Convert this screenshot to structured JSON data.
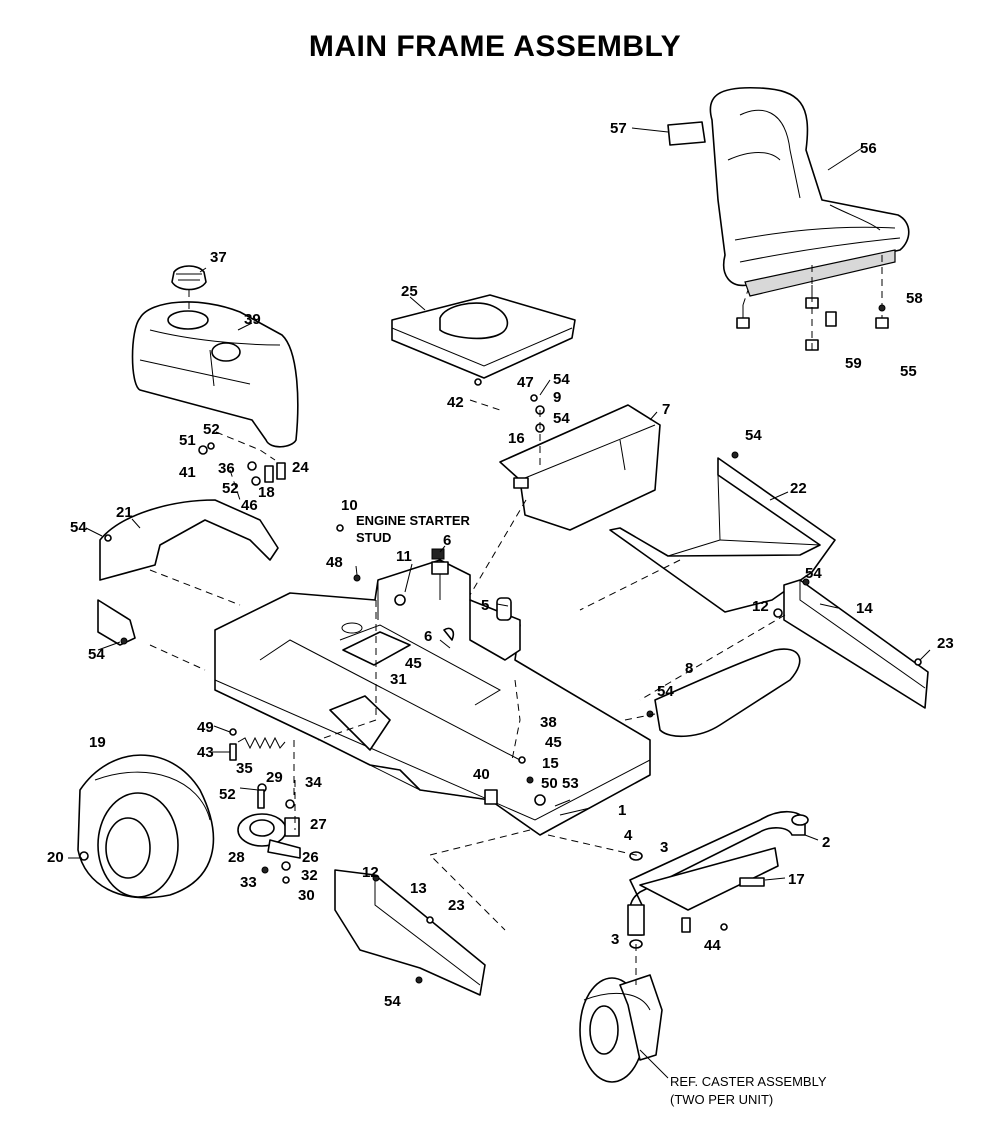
{
  "title": "MAIN FRAME ASSEMBLY",
  "notes": {
    "engine_starter_line1": "ENGINE STARTER",
    "engine_starter_line2": "STUD",
    "caster_line1": "REF. CASTER ASSEMBLY",
    "caster_line2": "(TWO PER UNIT)"
  },
  "callouts": {
    "c1": "1",
    "c2": "2",
    "c3a": "3",
    "c3b": "3",
    "c4": "4",
    "c5": "5",
    "c6a": "6",
    "c6b": "6",
    "c7": "7",
    "c8": "8",
    "c9": "9",
    "c10": "10",
    "c11": "11",
    "c12a": "12",
    "c12b": "12",
    "c13": "13",
    "c14": "14",
    "c15": "15",
    "c16": "16",
    "c17": "17",
    "c18": "18",
    "c19": "19",
    "c20": "20",
    "c21": "21",
    "c22": "22",
    "c23a": "23",
    "c23b": "23",
    "c24": "24",
    "c25": "25",
    "c26": "26",
    "c27": "27",
    "c28": "28",
    "c29": "29",
    "c30": "30",
    "c31": "31",
    "c32": "32",
    "c33": "33",
    "c34": "34",
    "c35": "35",
    "c36": "36",
    "c37": "37",
    "c38": "38",
    "c39": "39",
    "c40": "40",
    "c41": "41",
    "c42": "42",
    "c43": "43",
    "c44": "44",
    "c45a": "45",
    "c45b": "45",
    "c46": "46",
    "c47": "47",
    "c48": "48",
    "c49": "49",
    "c50": "50",
    "c51": "51",
    "c52a": "52",
    "c52b": "52",
    "c52c": "52",
    "c53": "53",
    "c54a": "54",
    "c54b": "54",
    "c54c": "54",
    "c54d": "54",
    "c54e": "54",
    "c54f": "54",
    "c54g": "54",
    "c54h": "54",
    "c55": "55",
    "c56": "56",
    "c57": "57",
    "c58": "58",
    "c59": "59"
  }
}
